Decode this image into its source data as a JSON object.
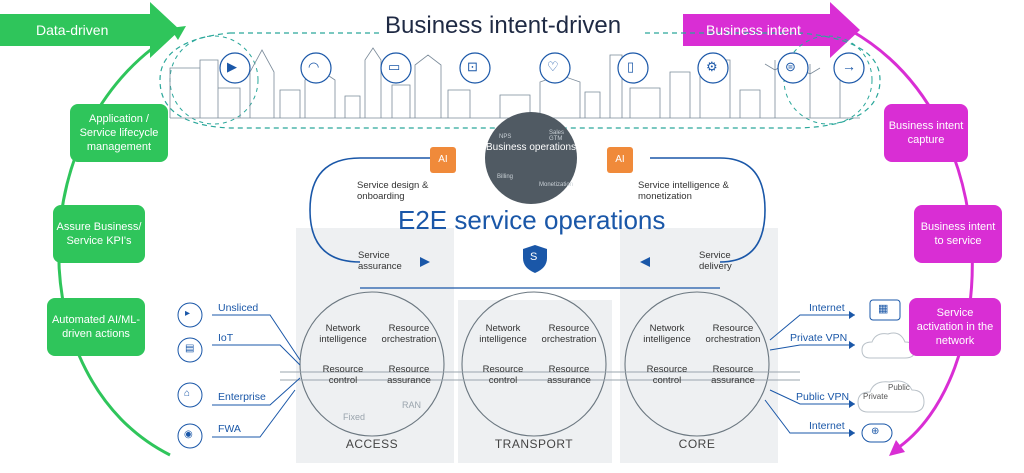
{
  "banners": {
    "left": "Data-driven",
    "title": "Business intent-driven",
    "right": "Business intent"
  },
  "left_boxes": [
    "Application / Service lifecycle management",
    "Assure Business/ Service KPI's",
    "Automated AI/ML-driven actions"
  ],
  "right_boxes": [
    "Business intent capture",
    "Business intent to service",
    "Service activation in the network"
  ],
  "center": {
    "business_operations": "Business operations",
    "ai_label": "AI",
    "arc_labels": [
      "NPS",
      "Sales GTM",
      "Monetization",
      "Billing"
    ],
    "e2e_title": "E2E service operations",
    "shield_letter": "S",
    "stages": {
      "design": "Service design & onboarding",
      "intelligence": "Service intelligence & monetization",
      "assurance": "Service assurance",
      "delivery": "Service delivery"
    }
  },
  "domains": [
    {
      "name": "ACCESS",
      "cells": [
        "Network intelligence",
        "Resource orchestration",
        "Resource control",
        "Resource assurance"
      ],
      "extras": [
        "Fixed",
        "RAN"
      ]
    },
    {
      "name": "TRANSPORT",
      "cells": [
        "Network intelligence",
        "Resource orchestration",
        "Resource control",
        "Resource assurance"
      ]
    },
    {
      "name": "CORE",
      "cells": [
        "Network intelligence",
        "Resource orchestration",
        "Resource control",
        "Resource assurance"
      ]
    }
  ],
  "left_services": [
    "Unsliced",
    "IoT",
    "Enterprise",
    "FWA"
  ],
  "right_services": [
    "Internet",
    "Private VPN",
    "Public VPN",
    "Internet"
  ],
  "cloud_labels": {
    "private": "Private",
    "public": "Public"
  },
  "icons": {
    "city_icons": [
      "video-camera-icon",
      "wifi-icon",
      "vr-headset-icon",
      "shopping-cart-icon",
      "health-heart-icon",
      "iot-device-icon",
      "robot-arm-icon",
      "car-icon",
      "arrow-right-icon"
    ],
    "left_service_icons": [
      "video-icon",
      "document-icon",
      "enterprise-icon",
      "radio-icon"
    ],
    "right_service_icons": [
      "film-icon",
      "cloud-icon",
      "cloud-icon",
      "gamepad-icon"
    ]
  },
  "colors": {
    "green": "#2fc55b",
    "magenta": "#d92ed4",
    "blue": "#1a57a8",
    "orange": "#f08a3a",
    "dark_grey": "#505a63"
  }
}
